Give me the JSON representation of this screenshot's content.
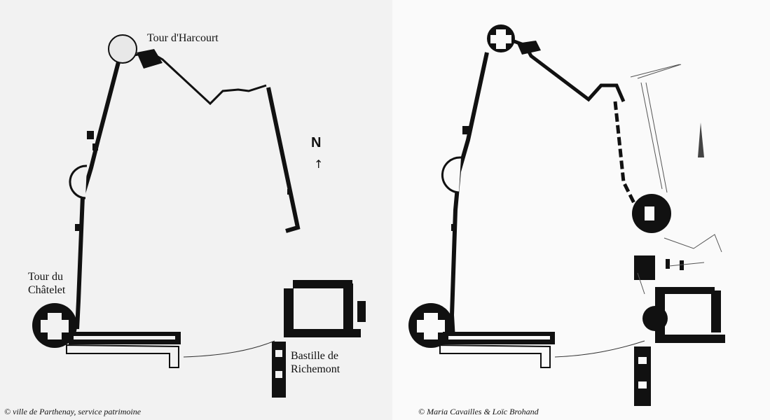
{
  "left_plan": {
    "labels": {
      "tour_harcourt": "Tour d'Harcourt",
      "tour_chatelet_line1": "Tour du",
      "tour_chatelet_line2": "Châtelet",
      "bastille_line1": "Bastille de",
      "bastille_line2": "Richemont",
      "north_letter": "N",
      "north_arrow": "↑"
    },
    "credit": "© ville de Parthenay, service patrimoine"
  },
  "right_plan": {
    "credit": "© Maria Cavailles & Loïc Brohand"
  },
  "colors": {
    "wall": "#111111",
    "background_left": "#f2f2f2",
    "background_right": "#fafafa"
  }
}
